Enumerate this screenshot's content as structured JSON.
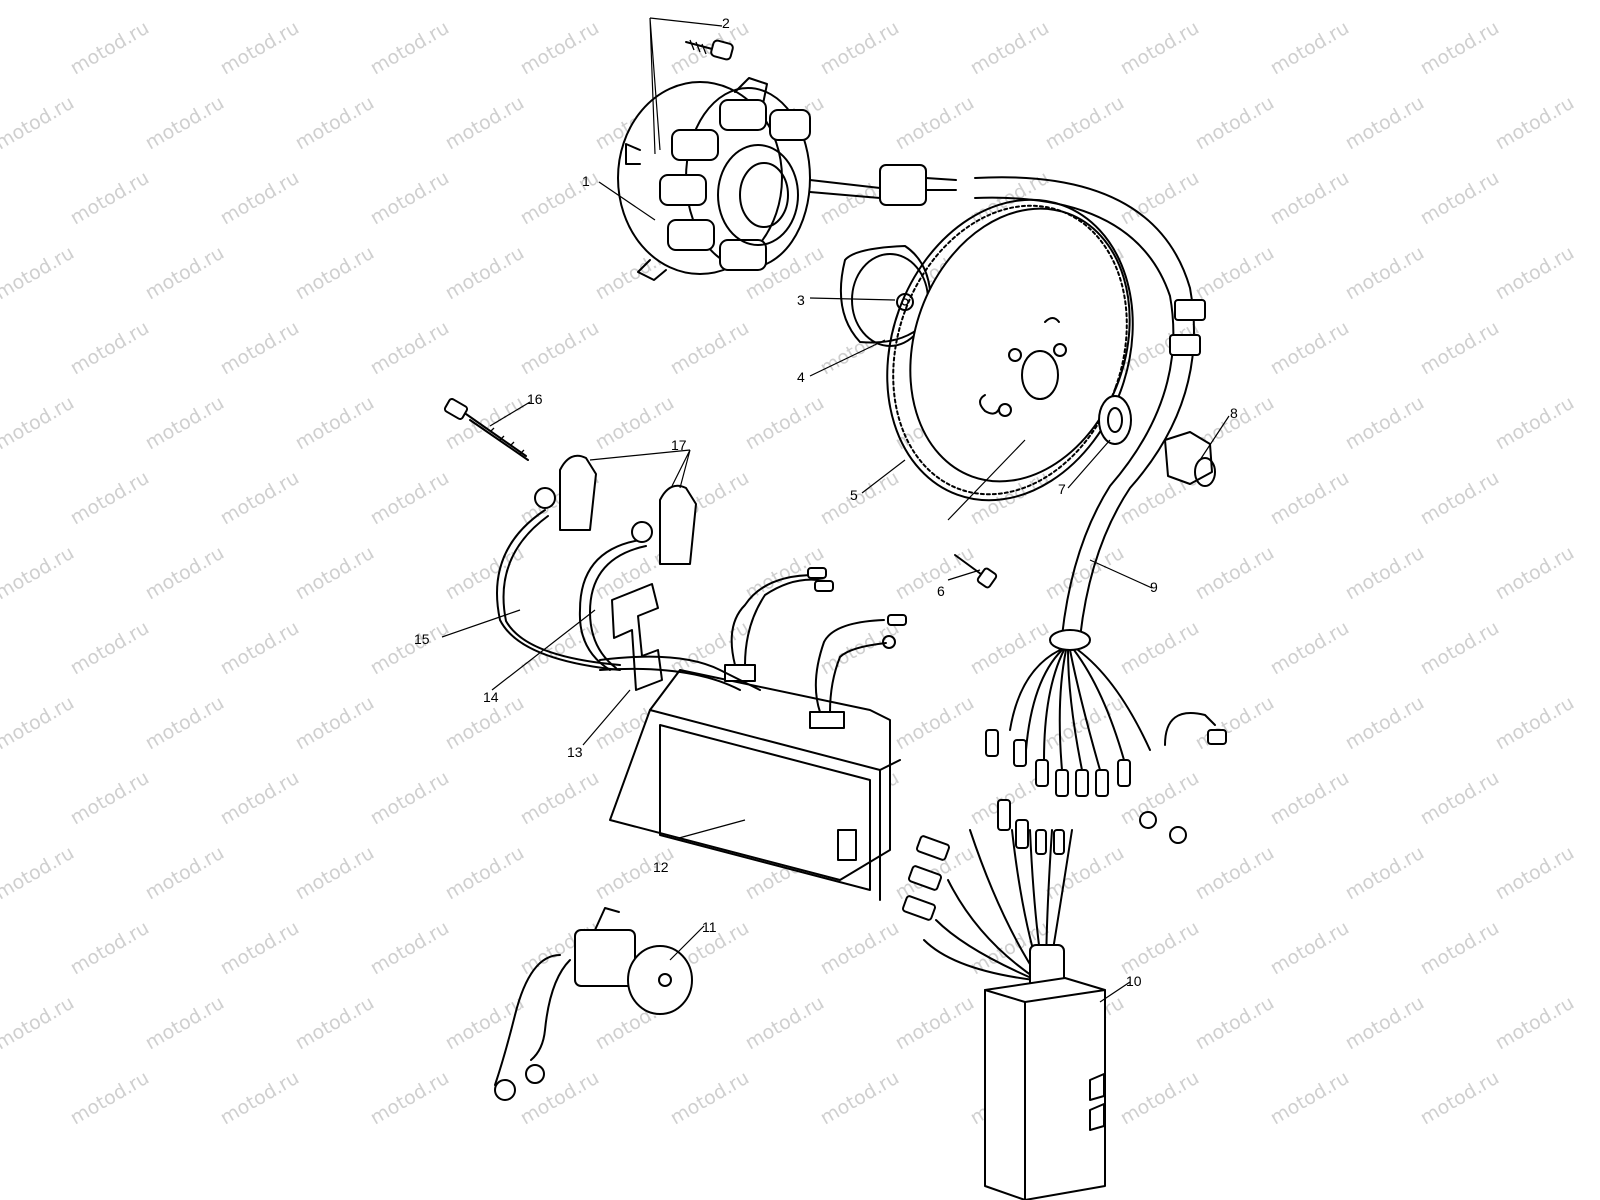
{
  "watermark": {
    "text": "motod.ru",
    "color": "#cfcfcf"
  },
  "diagram": {
    "callouts": [
      {
        "id": "1",
        "label": "1"
      },
      {
        "id": "2",
        "label": "2"
      },
      {
        "id": "3",
        "label": "3"
      },
      {
        "id": "4",
        "label": "4"
      },
      {
        "id": "5",
        "label": "5"
      },
      {
        "id": "6",
        "label": "6"
      },
      {
        "id": "7",
        "label": "7"
      },
      {
        "id": "8",
        "label": "8"
      },
      {
        "id": "9",
        "label": "9"
      },
      {
        "id": "10",
        "label": "10"
      },
      {
        "id": "11",
        "label": "11"
      },
      {
        "id": "12",
        "label": "12"
      },
      {
        "id": "13",
        "label": "13"
      },
      {
        "id": "14",
        "label": "14"
      },
      {
        "id": "15",
        "label": "15"
      },
      {
        "id": "16",
        "label": "16"
      },
      {
        "id": "17",
        "label": "17"
      }
    ]
  }
}
